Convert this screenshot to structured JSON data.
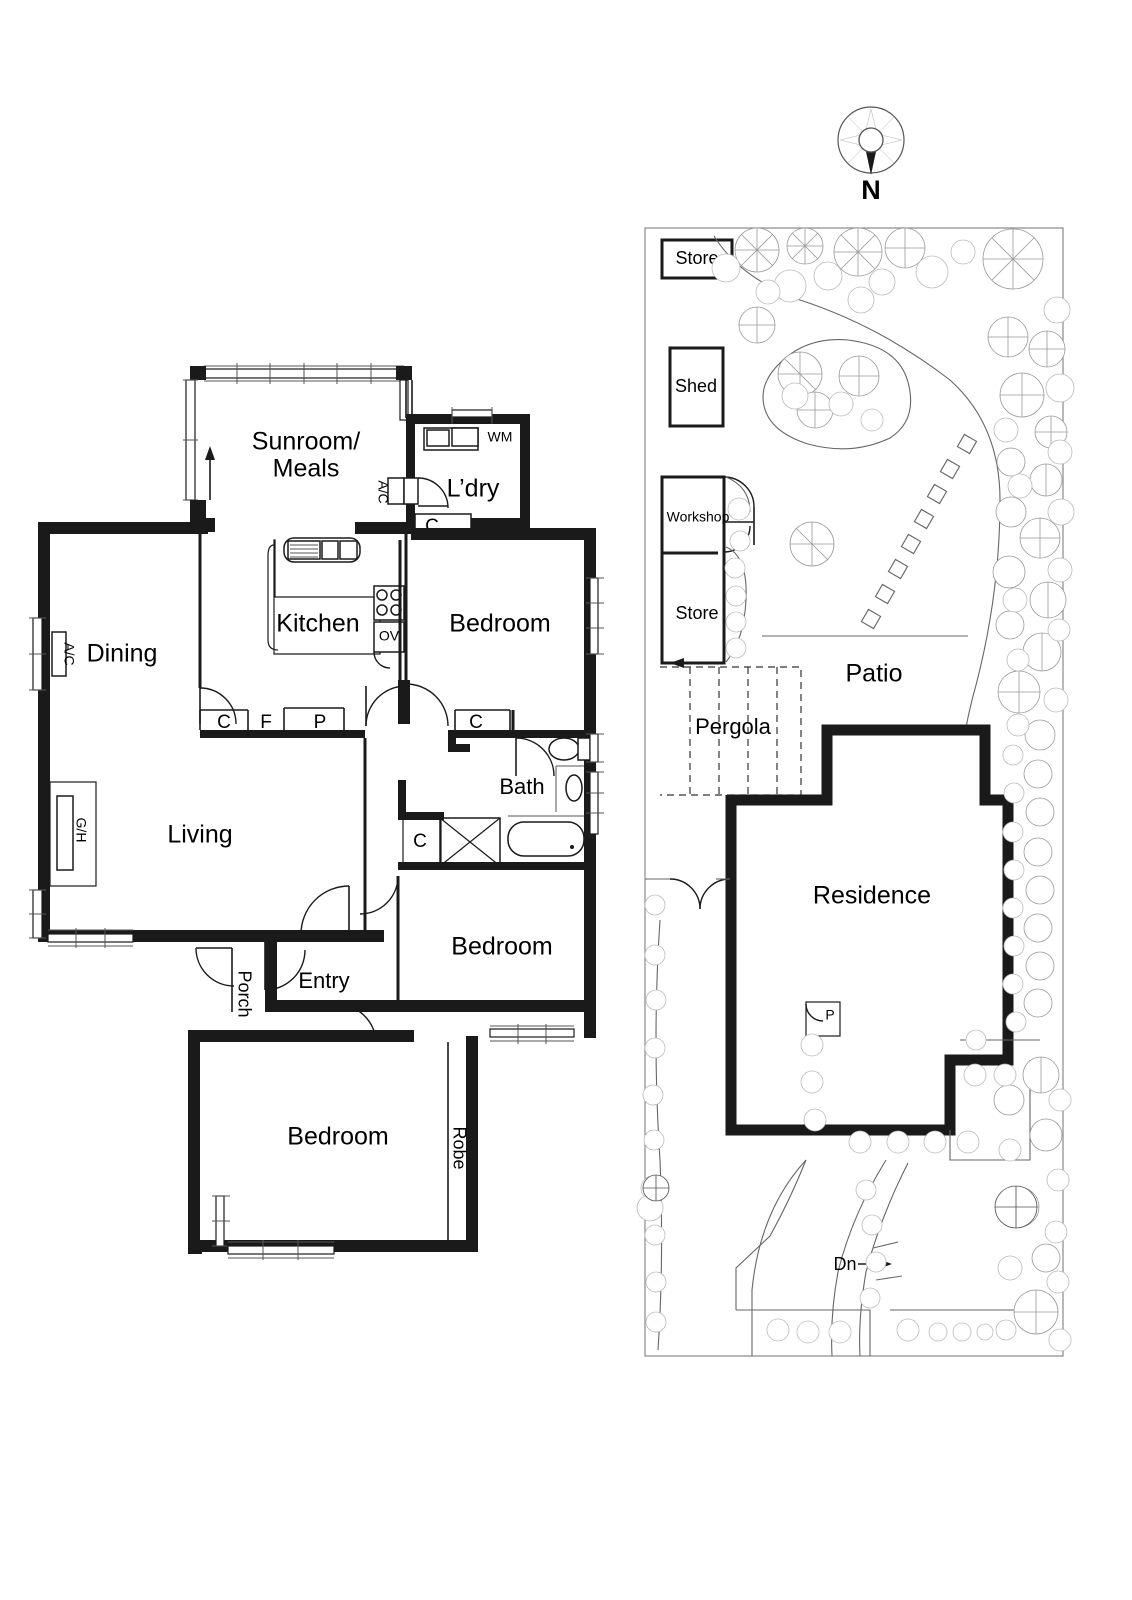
{
  "document": {
    "type": "architectural-floor-plan",
    "title": "Residential Floor Plan and Site Plan"
  },
  "compass": {
    "label": "N",
    "icon": "compass-rose-icon"
  },
  "floor_plan": {
    "rooms": [
      {
        "id": "sunroom",
        "label": "Sunroom/\nMeals",
        "line1": "Sunroom/",
        "line2": "Meals"
      },
      {
        "id": "laundry",
        "label": "L’dry"
      },
      {
        "id": "kitchen",
        "label": "Kitchen"
      },
      {
        "id": "dining",
        "label": "Dining"
      },
      {
        "id": "bedroom1",
        "label": "Bedroom"
      },
      {
        "id": "living",
        "label": "Living"
      },
      {
        "id": "bath",
        "label": "Bath"
      },
      {
        "id": "bedroom2",
        "label": "Bedroom"
      },
      {
        "id": "entry",
        "label": "Entry"
      },
      {
        "id": "porch",
        "label": "Porch"
      },
      {
        "id": "bedroom3",
        "label": "Bedroom"
      },
      {
        "id": "robe",
        "label": "Robe"
      }
    ],
    "annotations": [
      {
        "id": "wm",
        "label": "WM",
        "meaning": "washing-machine"
      },
      {
        "id": "ac-ldry",
        "label": "A/C",
        "meaning": "air-conditioner"
      },
      {
        "id": "ac-dining",
        "label": "A/C",
        "meaning": "air-conditioner"
      },
      {
        "id": "gh",
        "label": "G/H",
        "meaning": "gas-heater"
      },
      {
        "id": "ov",
        "label": "OV",
        "meaning": "oven"
      },
      {
        "id": "cupboard-ldry",
        "label": "C",
        "meaning": "cupboard"
      },
      {
        "id": "cupboard-living",
        "label": "C",
        "meaning": "cupboard"
      },
      {
        "id": "fridge",
        "label": "F",
        "meaning": "fridge"
      },
      {
        "id": "pantry",
        "label": "P",
        "meaning": "pantry"
      },
      {
        "id": "cupboard-hall",
        "label": "C",
        "meaning": "cupboard"
      },
      {
        "id": "cupboard-bath",
        "label": "C",
        "meaning": "cupboard"
      }
    ]
  },
  "site_plan": {
    "structures": [
      {
        "id": "store-top",
        "label": "Store"
      },
      {
        "id": "shed",
        "label": "Shed"
      },
      {
        "id": "workshop",
        "label": "Workshop"
      },
      {
        "id": "store-lower",
        "label": "Store"
      },
      {
        "id": "residence",
        "label": "Residence"
      }
    ],
    "areas": [
      {
        "id": "patio",
        "label": "Patio"
      },
      {
        "id": "pergola",
        "label": "Pergola"
      }
    ],
    "annotations": [
      {
        "id": "porch-site",
        "label": "P",
        "meaning": "porch"
      },
      {
        "id": "steps-down",
        "label": "Dn",
        "meaning": "steps-down"
      }
    ]
  },
  "colors": {
    "wall": "#1a1a1a",
    "paper": "#ffffff",
    "site_line": "#666666",
    "tree_light": "#bbbbbb"
  }
}
